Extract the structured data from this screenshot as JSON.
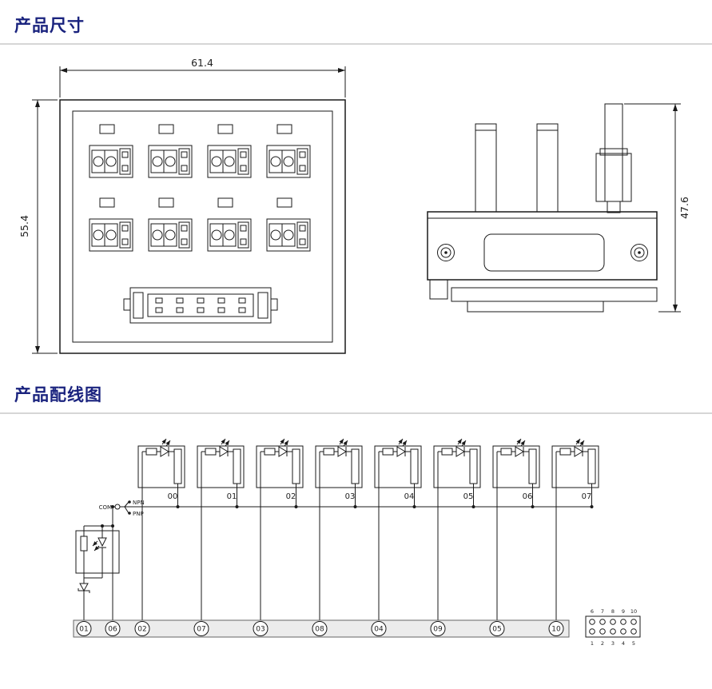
{
  "page": {
    "accent": "#1a237e",
    "rule_color": "#d6d6d6"
  },
  "dimensions_section": {
    "title": "产品尺寸",
    "front_width": "61.4",
    "front_height": "55.4",
    "side_height": "47.6"
  },
  "wiring_section": {
    "title": "产品配线图",
    "com_label": "COM",
    "npn_label": "NPN",
    "pnp_label": "PNP",
    "channels": [
      "00",
      "01",
      "02",
      "03",
      "04",
      "05",
      "06",
      "07"
    ],
    "bus_terminals": [
      "01",
      "06",
      "02",
      "07",
      "03",
      "08",
      "04",
      "09",
      "05",
      "10"
    ],
    "connector": {
      "top_pins": [
        "6",
        "7",
        "8",
        "9",
        "10"
      ],
      "bottom_pins": [
        "1",
        "2",
        "3",
        "4",
        "5"
      ]
    }
  }
}
